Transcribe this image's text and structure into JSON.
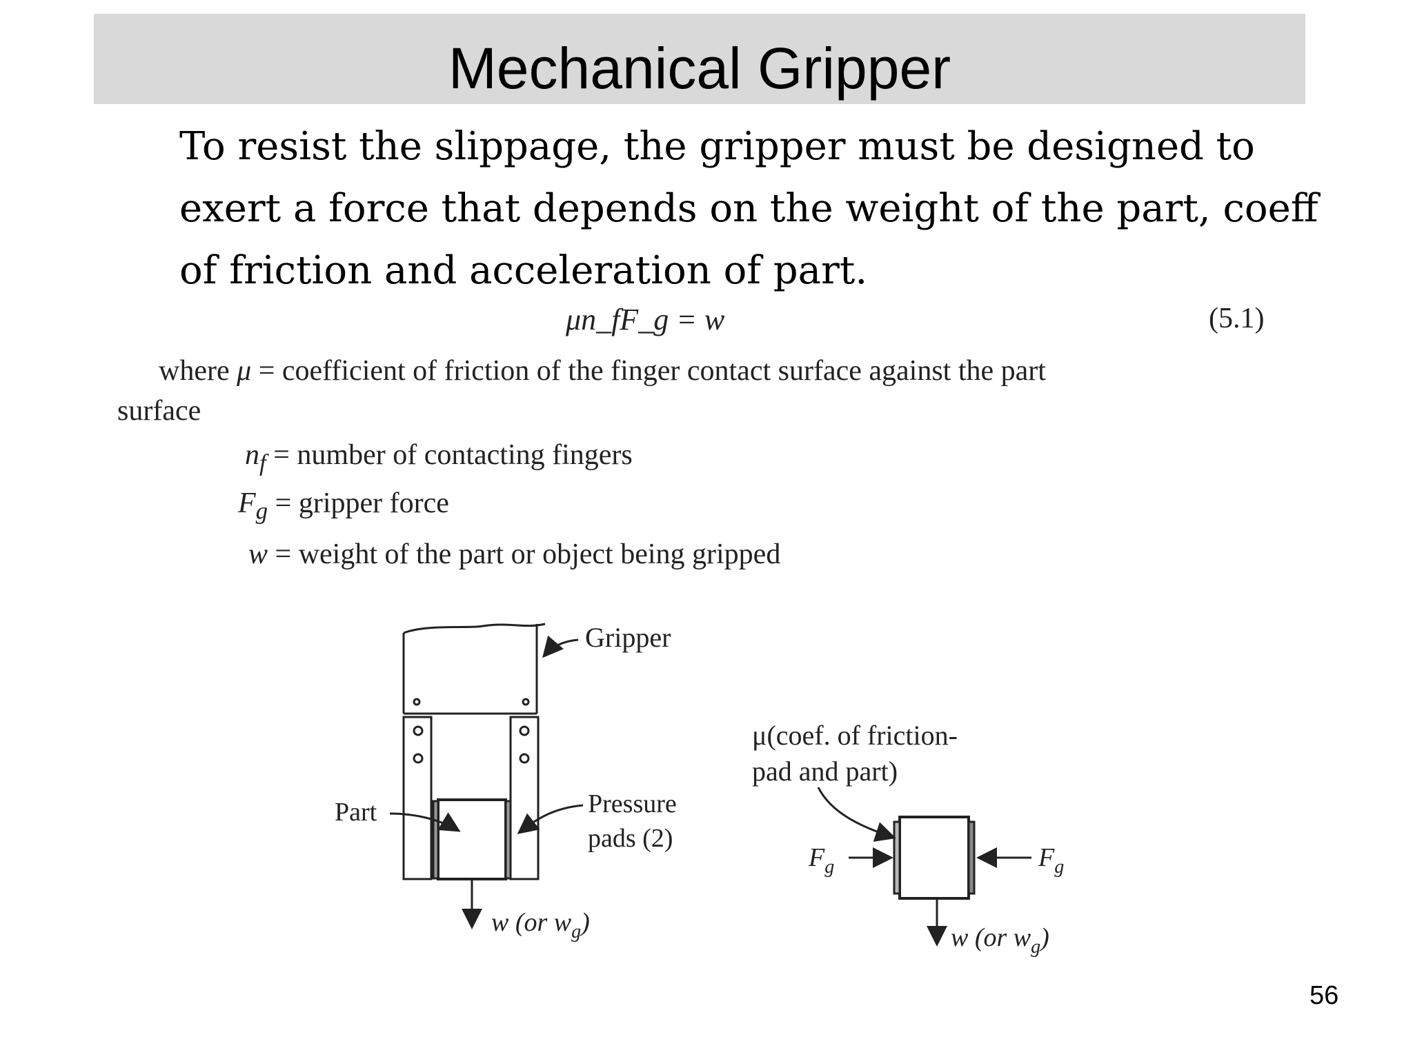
{
  "slide": {
    "title": "Mechanical Gripper",
    "intro": "To resist the slippage, the gripper must be designed to exert a force that depends on the weight of the part, coeff of friction and acceleration of part.",
    "page_number": "56"
  },
  "equation": {
    "formula": "μn_fF_g = w",
    "number": "(5.1)"
  },
  "definitions": {
    "where": "where",
    "mu_symbol": "μ",
    "mu_text": "= coefficient of friction of the finger contact surface against the part",
    "mu_text_cont": "surface",
    "nf_symbol": "n",
    "nf_sub": "f",
    "nf_text": "= number of contacting fingers",
    "fg_symbol": "F",
    "fg_sub": "g",
    "fg_text": "= gripper force",
    "w_symbol": "w",
    "w_text": "= weight of the part or object being gripped"
  },
  "figure_left": {
    "gripper_label": "Gripper",
    "part_label": "Part",
    "pads_label_line1": "Pressure",
    "pads_label_line2": "pads (2)",
    "weight_label": "w (or w",
    "weight_sub": "g",
    "weight_close": ")"
  },
  "figure_right": {
    "mu_label_line1": "μ(coef. of friction-",
    "mu_label_line2": "pad and part)",
    "force_symbol": "F",
    "force_sub": "g",
    "weight_label": "w (or w",
    "weight_sub": "g",
    "weight_close": ")"
  }
}
